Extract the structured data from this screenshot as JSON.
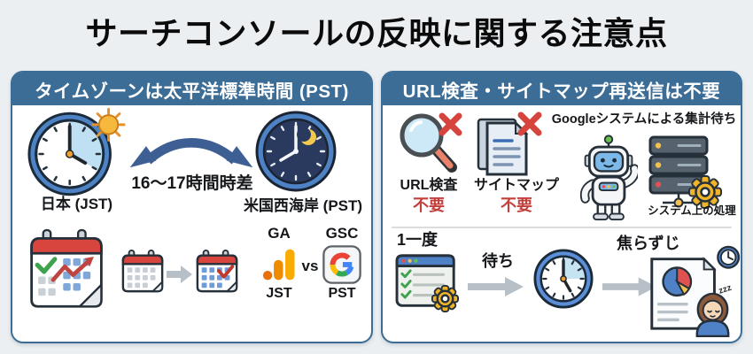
{
  "page": {
    "title": "サーチコンソールの反映に関する注意点"
  },
  "colors": {
    "background": "#ebeff2",
    "panel_border": "#3c6d96",
    "header_bg": "#3c6d96",
    "header_text": "#ffffff",
    "alert_red": "#c2403c",
    "arrow_gray": "#b7bfc7",
    "accent_blue": "#4f81c7",
    "gear_yellow": "#f0b429"
  },
  "icons": {
    "day_clock": "clock showing Japan daytime with sun",
    "swap_arrow": "curved double-headed arrow between timezones",
    "night_clock": "clock showing US West Coast nighttime with moon",
    "calendar_stats": "calendar with green check and red trend line",
    "calendar_blank": "small empty calendar",
    "calendar_check": "small calendar with red check",
    "ga_logo": "Google Analytics logo",
    "google_g_logo": "Google G logo in rounded square",
    "magnifier_x": "magnifying glass with red cross",
    "sitemap_docs_x": "document stack with red cross",
    "robot": "friendly waving robot",
    "server_gear": "server rack with processing gear",
    "browser_checklist_gear": "browser window with checklist and gear",
    "wait_clock": "waiting clock",
    "report_sleeping_user": "report document, pie chart, resting person, small clock"
  },
  "left_panel": {
    "header": "タイムゾーンは太平洋標準時間 (PST)",
    "japan_clock_label": "日本 (JST)",
    "us_clock_label": "米国西海岸 (PST)",
    "time_diff_label": "16〜17時間時差",
    "ga_title": "GA",
    "ga_timezone": "JST",
    "vs_label": "vs",
    "gsc_title": "GSC",
    "gsc_timezone": "PST"
  },
  "right_panel": {
    "header": "URL検査・サイトマップ再送信は不要",
    "url_inspection_label": "URL検査",
    "url_inspection_status": "不要",
    "sitemap_label": "サイトマップ",
    "sitemap_status": "不要",
    "aggregation_heading": "Googleシステムによる集計待ち",
    "system_processing_label": "システム上の処理",
    "once_label": "1一度",
    "wait_label": "待ち",
    "relax_label": "焦らずじ",
    "sleep_zzz": "zzz"
  }
}
